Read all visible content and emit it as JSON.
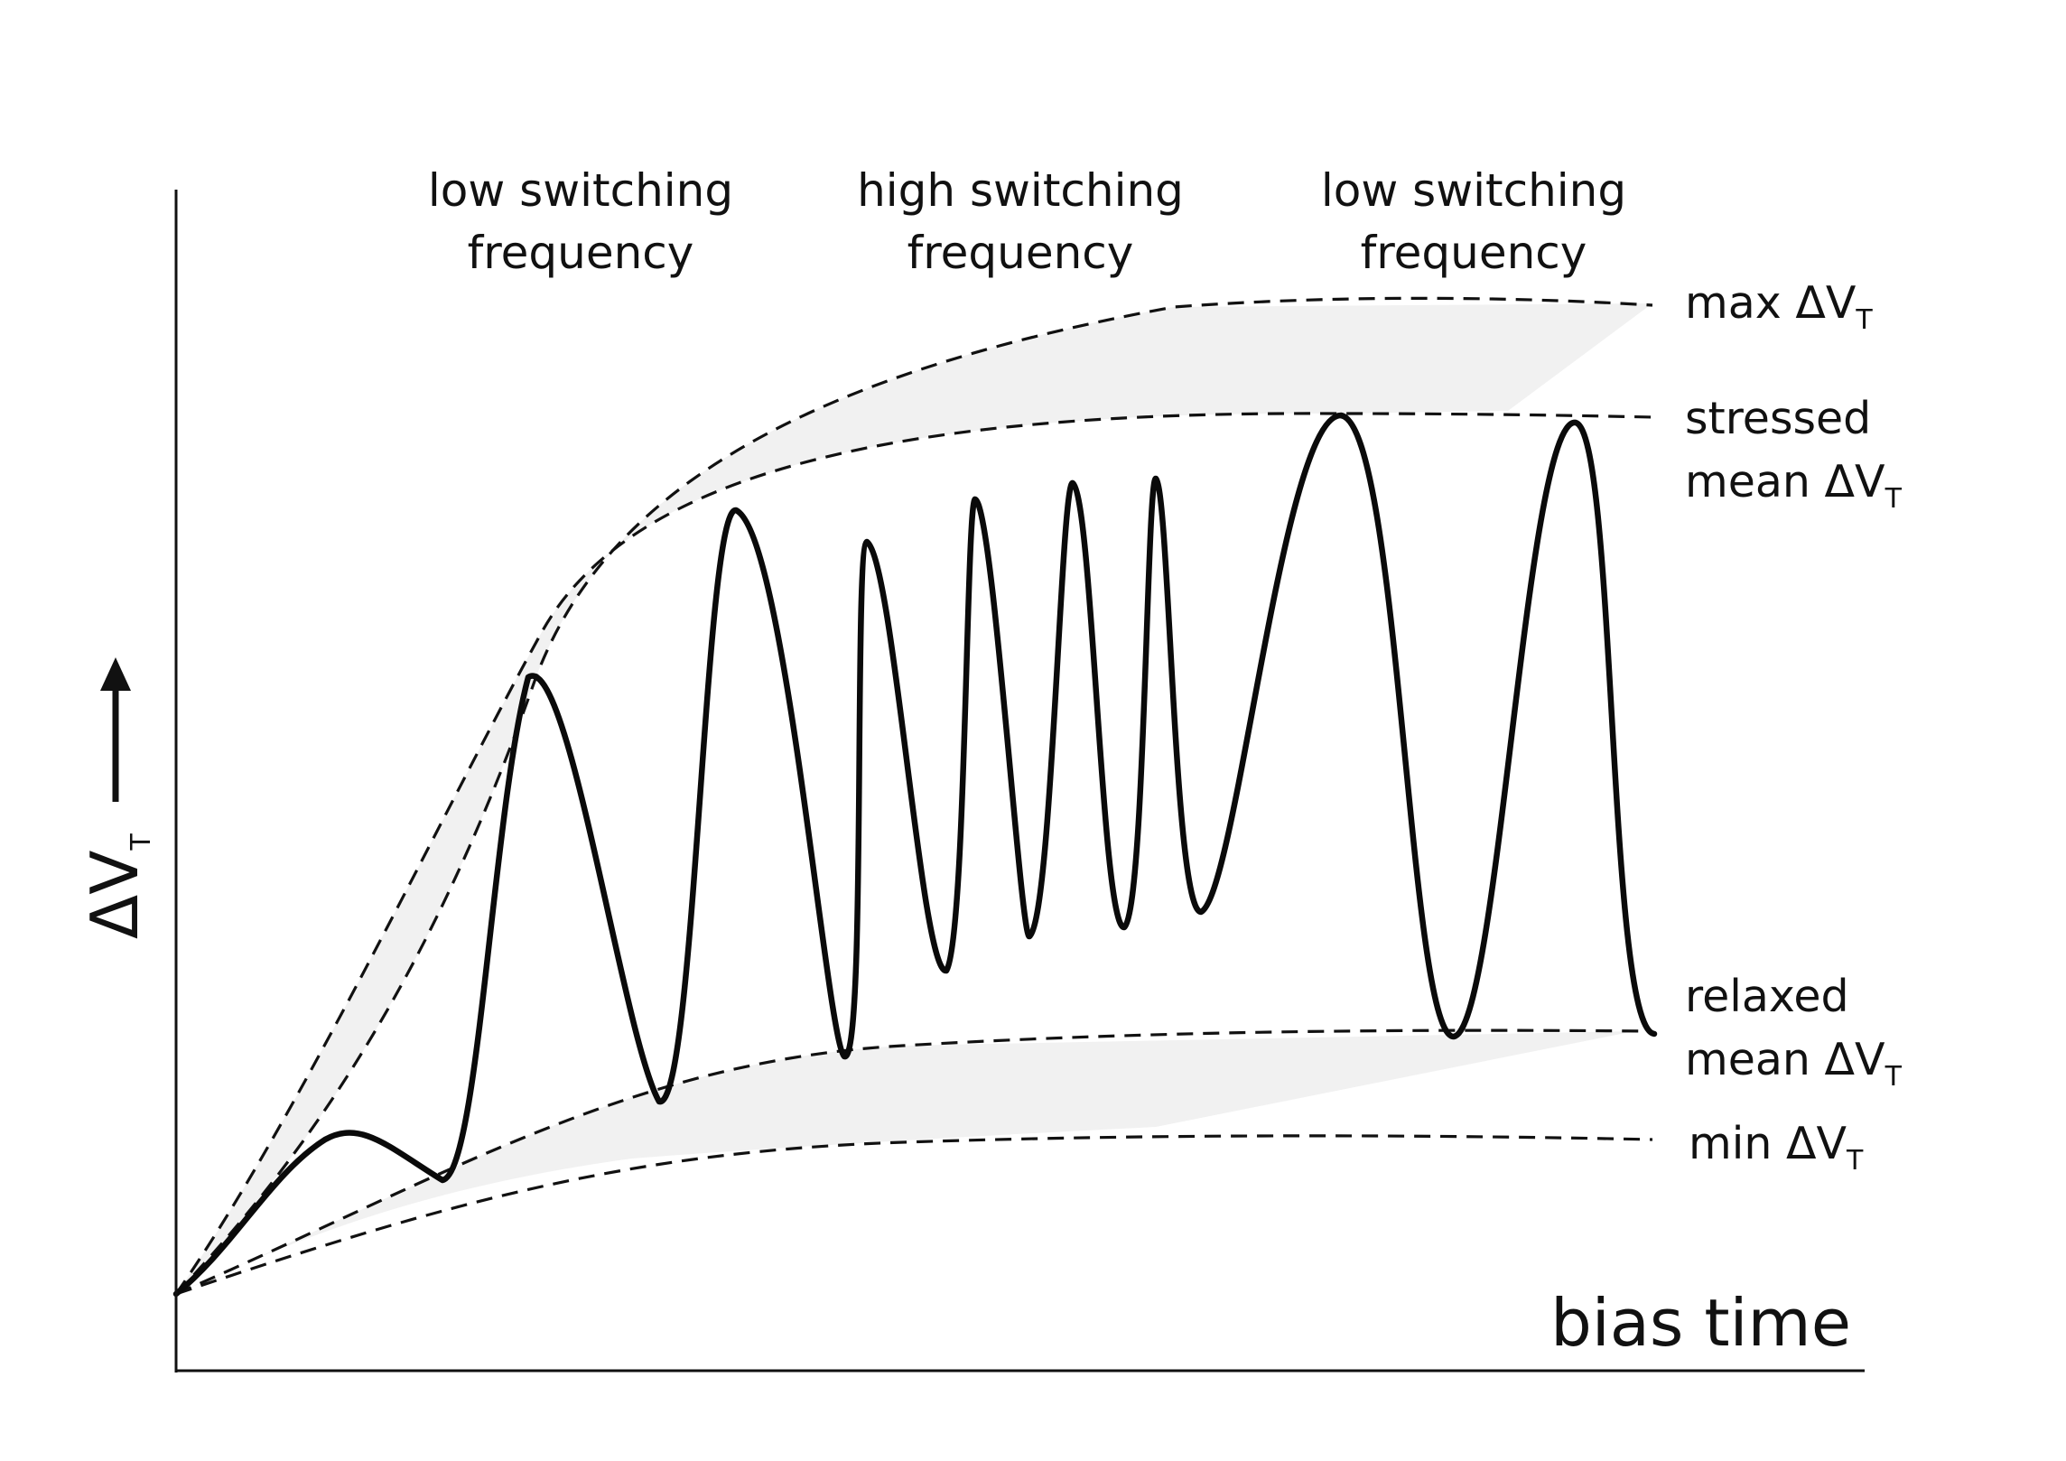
{
  "axes": {
    "x_label": "bias time",
    "y_label_main": "ΔV",
    "y_label_sub": "T"
  },
  "regions": [
    {
      "line1": "low switching",
      "line2": "frequency"
    },
    {
      "line1": "high switching",
      "line2": "frequency"
    },
    {
      "line1": "low switching",
      "line2": "frequency"
    }
  ],
  "curves": {
    "max": {
      "main": "max ΔV",
      "sub": "T"
    },
    "stressed": {
      "line1": "stressed",
      "line2_main": "mean ΔV",
      "line2_sub": "T"
    },
    "relaxed": {
      "line1": "relaxed",
      "line2_main": "mean ΔV",
      "line2_sub": "T"
    },
    "min": {
      "main": "min ΔV",
      "sub": "T"
    }
  },
  "colors": {
    "line": "#111111",
    "band_fill": "#f1f1f1",
    "background": "#ffffff"
  }
}
